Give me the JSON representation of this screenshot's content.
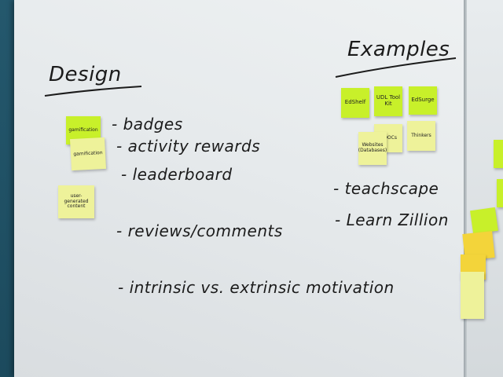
{
  "design": {
    "heading": "Design",
    "items": [
      "- badges",
      "- activity rewards",
      "- leaderboard",
      "- reviews/comments",
      "- intrinsic vs. extrinsic motivation"
    ],
    "notes": [
      "gamification",
      "gamification",
      "user-generated content"
    ]
  },
  "examples": {
    "heading": "Examples",
    "items": [
      "- teachscape",
      "- Learn Zillion"
    ],
    "notes": [
      "EdShelf",
      "UDL Tool Kit",
      "EdSurge",
      "MOOCs",
      "Websites (Databases)",
      "Thinkers"
    ]
  },
  "colors": {
    "note_yellow": "#e8ef5a",
    "note_green": "#c8f02a",
    "note_orange": "#f3d43a",
    "board": "#e8ecee",
    "wall": "#1f4f63"
  }
}
